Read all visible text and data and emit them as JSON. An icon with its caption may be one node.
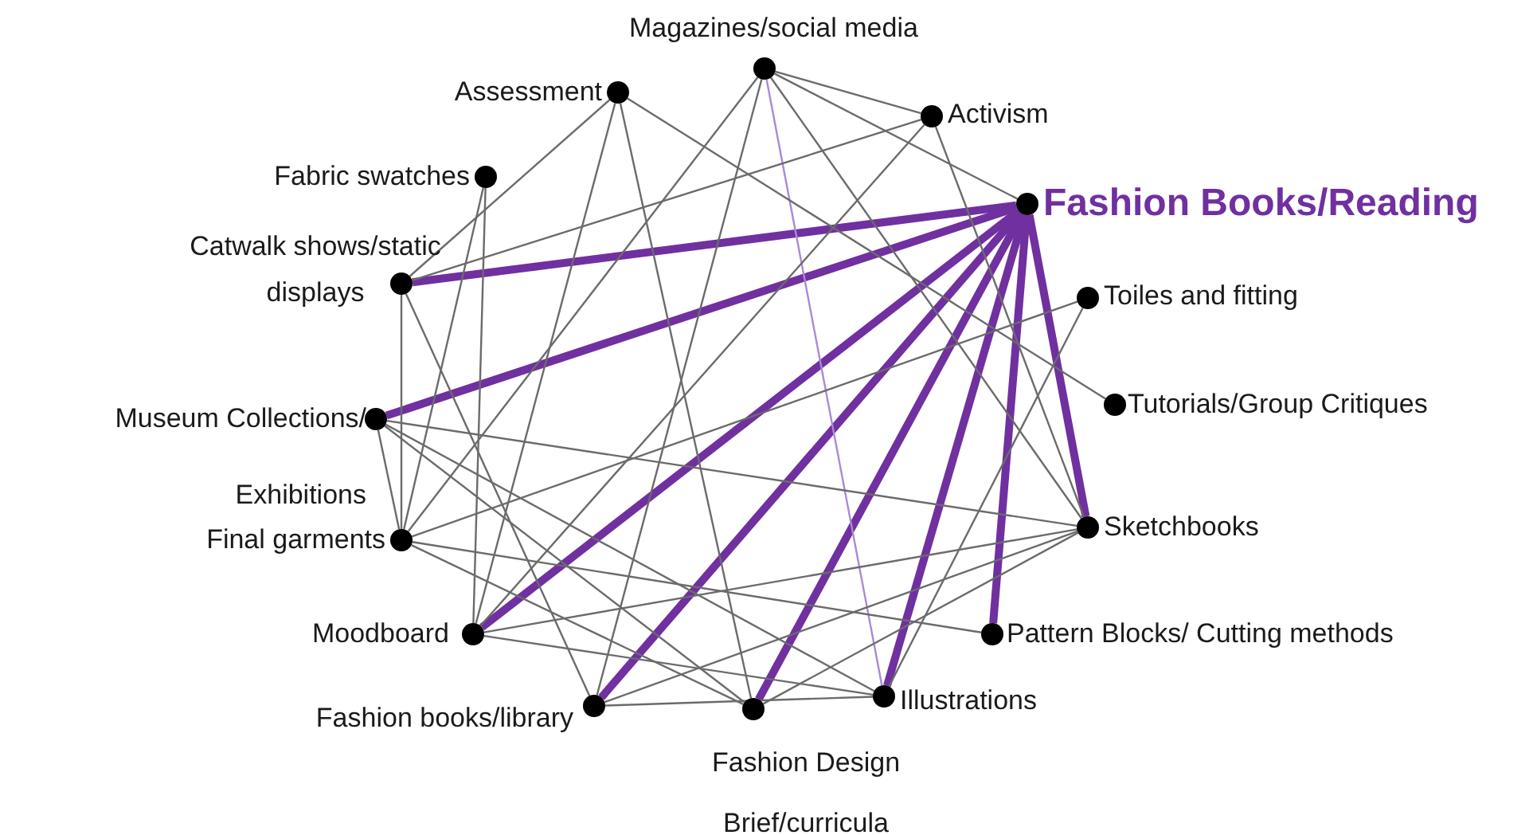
{
  "diagram": {
    "nodes": [
      {
        "text": [],
        "shape": "circle",
        "beside": [
          "Magazines/social media"
        ]
      },
      {
        "text": [],
        "shape": "circle",
        "beside": [
          "Assessment"
        ]
      },
      {
        "text": [],
        "shape": "circle",
        "beside": [
          "Activism"
        ]
      },
      {
        "text": [],
        "shape": "circle",
        "beside": [
          "Fabric swatches"
        ]
      },
      {
        "text": [],
        "shape": "circle",
        "beside": [
          "Fashion Books/Reading"
        ]
      },
      {
        "text": [],
        "shape": "circle",
        "beside": [
          "Catwalk shows/static displays"
        ]
      },
      {
        "text": [],
        "shape": "circle",
        "beside": [
          "Toiles and fitting"
        ]
      },
      {
        "text": [],
        "shape": "circle",
        "beside": [
          "Museum Collections/ Exhibitions"
        ]
      },
      {
        "text": [],
        "shape": "circle",
        "beside": [
          "Tutorials/Group Critiques"
        ]
      },
      {
        "text": [],
        "shape": "circle",
        "beside": [
          "Sketchbooks"
        ]
      },
      {
        "text": [],
        "shape": "circle",
        "beside": [
          "Final garments"
        ]
      },
      {
        "text": [],
        "shape": "circle",
        "beside": [
          "Moodboard"
        ]
      },
      {
        "text": [],
        "shape": "circle",
        "beside": [
          "Pattern Blocks/ Cutting methods"
        ]
      },
      {
        "text": [],
        "shape": "circle",
        "beside": [
          "Fashion books/library"
        ]
      },
      {
        "text": [],
        "shape": "circle",
        "beside": [
          "Illustrations"
        ]
      },
      {
        "text": [],
        "shape": "circle",
        "beside": [
          "Fashion Design Brief/curricula"
        ]
      }
    ],
    "edges": [
      {
        "from": 4,
        "to": 5,
        "arrow": "none",
        "style": "thick",
        "color": "#7030a0"
      },
      {
        "from": 4,
        "to": 7,
        "arrow": "none",
        "style": "thick",
        "color": "#7030a0"
      },
      {
        "from": 4,
        "to": 11,
        "arrow": "none",
        "style": "thick",
        "color": "#7030a0"
      },
      {
        "from": 4,
        "to": 13,
        "arrow": "none",
        "style": "thick",
        "color": "#7030a0"
      },
      {
        "from": 4,
        "to": 15,
        "arrow": "none",
        "style": "thick",
        "color": "#7030a0"
      },
      {
        "from": 4,
        "to": 14,
        "arrow": "none",
        "style": "thick",
        "color": "#7030a0"
      },
      {
        "from": 4,
        "to": 12,
        "arrow": "none",
        "style": "thick",
        "color": "#7030a0"
      },
      {
        "from": 4,
        "to": 9,
        "arrow": "none",
        "style": "thick",
        "color": "#7030a0"
      },
      {
        "from": 0,
        "to": 14,
        "arrow": "none",
        "color": "#a98ad6"
      },
      {
        "from": 0,
        "to": 2,
        "arrow": "none"
      },
      {
        "from": 0,
        "to": 4,
        "arrow": "none"
      },
      {
        "from": 0,
        "to": 10,
        "arrow": "none"
      },
      {
        "from": 0,
        "to": 13,
        "arrow": "none"
      },
      {
        "from": 0,
        "to": 9,
        "arrow": "none"
      },
      {
        "from": 1,
        "to": 5,
        "arrow": "none"
      },
      {
        "from": 1,
        "to": 11,
        "arrow": "none"
      },
      {
        "from": 1,
        "to": 15,
        "arrow": "none"
      },
      {
        "from": 1,
        "to": 8,
        "arrow": "none"
      },
      {
        "from": 2,
        "to": 5,
        "arrow": "none"
      },
      {
        "from": 2,
        "to": 11,
        "arrow": "none"
      },
      {
        "from": 2,
        "to": 9,
        "arrow": "none"
      },
      {
        "from": 3,
        "to": 10,
        "arrow": "none"
      },
      {
        "from": 3,
        "to": 11,
        "arrow": "none"
      },
      {
        "from": 5,
        "to": 10,
        "arrow": "none"
      },
      {
        "from": 5,
        "to": 13,
        "arrow": "none"
      },
      {
        "from": 7,
        "to": 9,
        "arrow": "none"
      },
      {
        "from": 7,
        "to": 15,
        "arrow": "none"
      },
      {
        "from": 7,
        "to": 14,
        "arrow": "none"
      },
      {
        "from": 7,
        "to": 10,
        "arrow": "none"
      },
      {
        "from": 10,
        "to": 6,
        "arrow": "none"
      },
      {
        "from": 10,
        "to": 12,
        "arrow": "none"
      },
      {
        "from": 10,
        "to": 15,
        "arrow": "none"
      },
      {
        "from": 11,
        "to": 14,
        "arrow": "none"
      },
      {
        "from": 11,
        "to": 9,
        "arrow": "none"
      },
      {
        "from": 13,
        "to": 14,
        "arrow": "none"
      },
      {
        "from": 13,
        "to": 9,
        "arrow": "none"
      },
      {
        "from": 6,
        "to": 14,
        "arrow": "none"
      },
      {
        "from": 15,
        "to": 9,
        "arrow": "none"
      }
    ]
  }
}
